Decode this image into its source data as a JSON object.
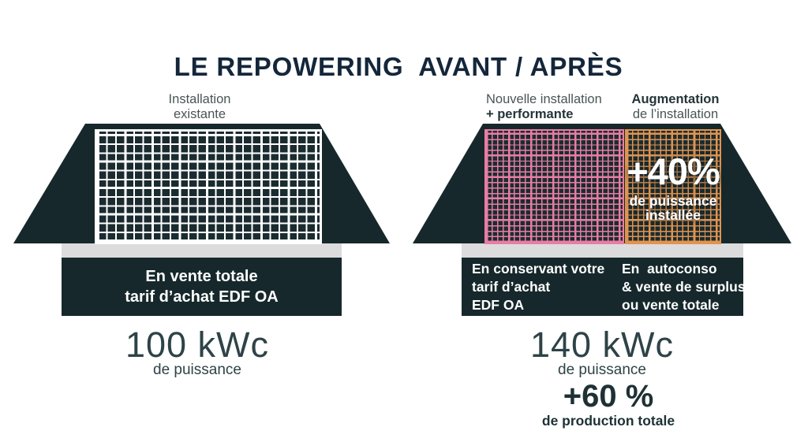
{
  "title": "LE REPOWERING  AVANT / APRÈS",
  "colors": {
    "navy": "#14263a",
    "dark": "#16282b",
    "cell": "#1b2c30",
    "pink": "#e87da4",
    "orange": "#e2944f",
    "wall": "#dcdcdc",
    "label": "#4a5456",
    "label_dark": "#243438",
    "number": "#2e4347",
    "number_dark": "#1e3135"
  },
  "before": {
    "label": "Installation\nexistante",
    "box_text": "En vente totale\ntarif d’achat EDF OA",
    "power_value": "100 kWc",
    "power_caption": "de puissance"
  },
  "after": {
    "label_new_line1": "Nouvelle installation",
    "label_new_line2": "+ performante",
    "label_aug_line1": "Augmentation",
    "label_aug_line2": "de l’installation",
    "overlay_value": "+40%",
    "overlay_caption": "de puissance\ninstallée",
    "box_left": "En conservant votre\ntarif d’achat\nEDF OA",
    "box_right": "En  autoconso\n& vente de surplus\nou vente totale",
    "power_value": "140 kWc",
    "power_caption": "de puissance",
    "production_value": "+60 %",
    "production_caption": "de production totale"
  }
}
